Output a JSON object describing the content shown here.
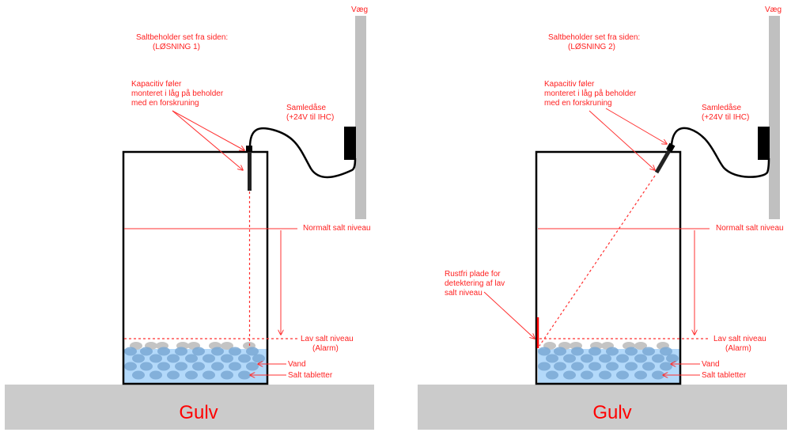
{
  "panels": [
    {
      "id": "solution-1",
      "title_line1": "Saltbeholder set fra siden:",
      "title_line2": "(LØSNING 1)",
      "sensor_label": [
        "Kapacitiv føler",
        "monteret i låg på beholder",
        "med en forskruning"
      ],
      "junction_label": [
        "Samledåse",
        "(+24V til IHC)"
      ],
      "wall_label": "Væg",
      "normal_level_label": "Normalt salt niveau",
      "low_level_label": [
        "Lav salt niveau",
        "(Alarm)"
      ],
      "water_label": "Vand",
      "tablets_label": "Salt tabletter",
      "floor_label": "Gulv",
      "sensor_orientation": "vertical"
    },
    {
      "id": "solution-2",
      "title_line1": "Saltbeholder set fra siden:",
      "title_line2": "(LØSNING 2)",
      "sensor_label": [
        "Kapacitiv føler",
        "monteret i låg på beholder",
        "med en forskruning"
      ],
      "junction_label": [
        "Samledåse",
        "(+24V til IHC)"
      ],
      "wall_label": "Væg",
      "normal_level_label": "Normalt salt niveau",
      "low_level_label": [
        "Lav salt niveau",
        "(Alarm)"
      ],
      "water_label": "Vand",
      "tablets_label": "Salt tabletter",
      "floor_label": "Gulv",
      "plate_label": [
        "Rustfri plade for",
        "detektering af lav",
        "salt niveau"
      ],
      "sensor_orientation": "angled"
    }
  ],
  "colors": {
    "annotation": "#ff2020",
    "wall": "#c0c0c0",
    "floor": "#cbcbcb",
    "water": "#b3d9fa",
    "tablet": "#7aa8d4",
    "dry_tablet": "#c4c4c4"
  }
}
